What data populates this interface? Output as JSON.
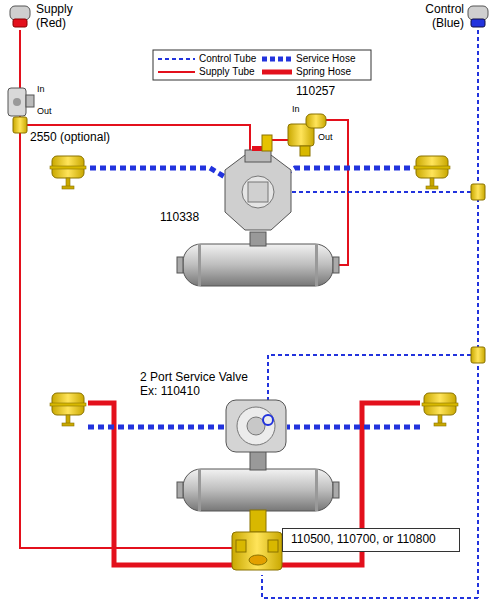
{
  "diagram": {
    "nodes": [
      {
        "text": [
          "110500, 110700, or 110800"
        ]
      }
    ],
    "labels": [
      "Supply (Red)",
      "Control (Blue)",
      "In",
      "Out",
      "2550 (optional)",
      "110257",
      "In",
      "Out",
      "110338",
      "2 Port Service Valve",
      "Ex: 110410"
    ],
    "legend": [
      {
        "text": "Control Tube"
      },
      {
        "text": "Service Hose"
      },
      {
        "text": "Supply Tube"
      },
      {
        "text": "Spring Hose"
      }
    ]
  }
}
